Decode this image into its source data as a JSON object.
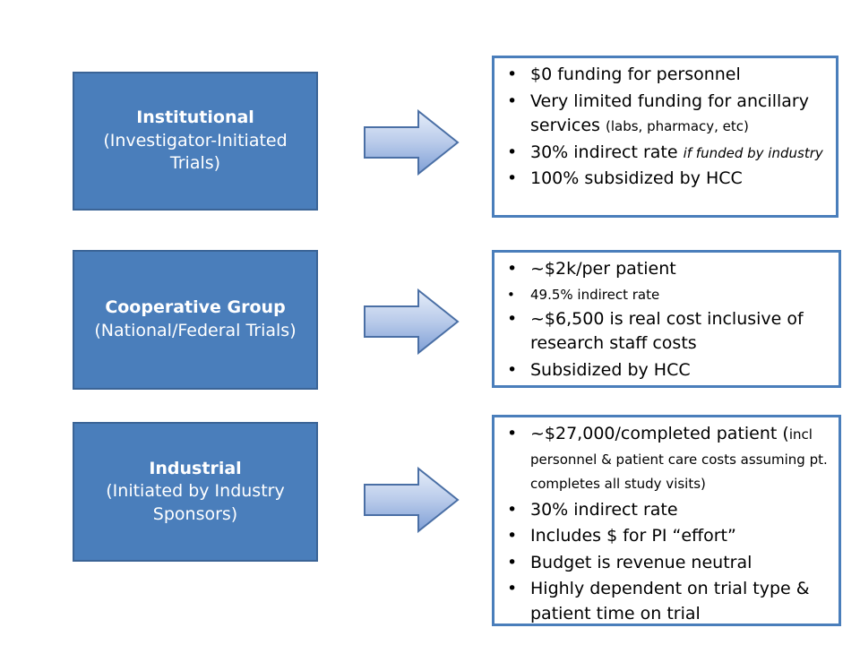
{
  "categories": [
    {
      "title": "Institutional",
      "subtitle": "(Investigator-Initiated Trials)"
    },
    {
      "title": "Cooperative Group",
      "subtitle": "(National/Federal Trials)"
    },
    {
      "title": "Industrial",
      "subtitle": "(Initiated by Industry Sponsors)"
    }
  ],
  "details": {
    "institutional": {
      "b1": "$0 funding for personnel",
      "b2_main": "Very limited funding for ancillary services ",
      "b2_note": "(labs, pharmacy, etc)",
      "b3_main": "30% indirect rate ",
      "b3_note": "if funded by industry",
      "b4": "100% subsidized by HCC"
    },
    "cooperative": {
      "b1": "~$2k/per patient",
      "b2": "49.5% indirect rate",
      "b3": "~$6,500 is real cost inclusive of research staff costs",
      "b4": "Subsidized by HCC"
    },
    "industrial": {
      "b1_main": "~$27,000/completed patient (",
      "b1_note": "incl personnel & patient care costs assuming pt. completes all study visits)",
      "b2": "30% indirect rate",
      "b3": "Includes $ for PI “effort”",
      "b4": "Budget is revenue neutral",
      "b5": "Highly dependent on trial type & patient time on trial"
    }
  },
  "colors": {
    "box_fill": "#4a7ebb",
    "arrow_light": "#dbe5f5",
    "arrow_dark": "#8eaadb"
  }
}
